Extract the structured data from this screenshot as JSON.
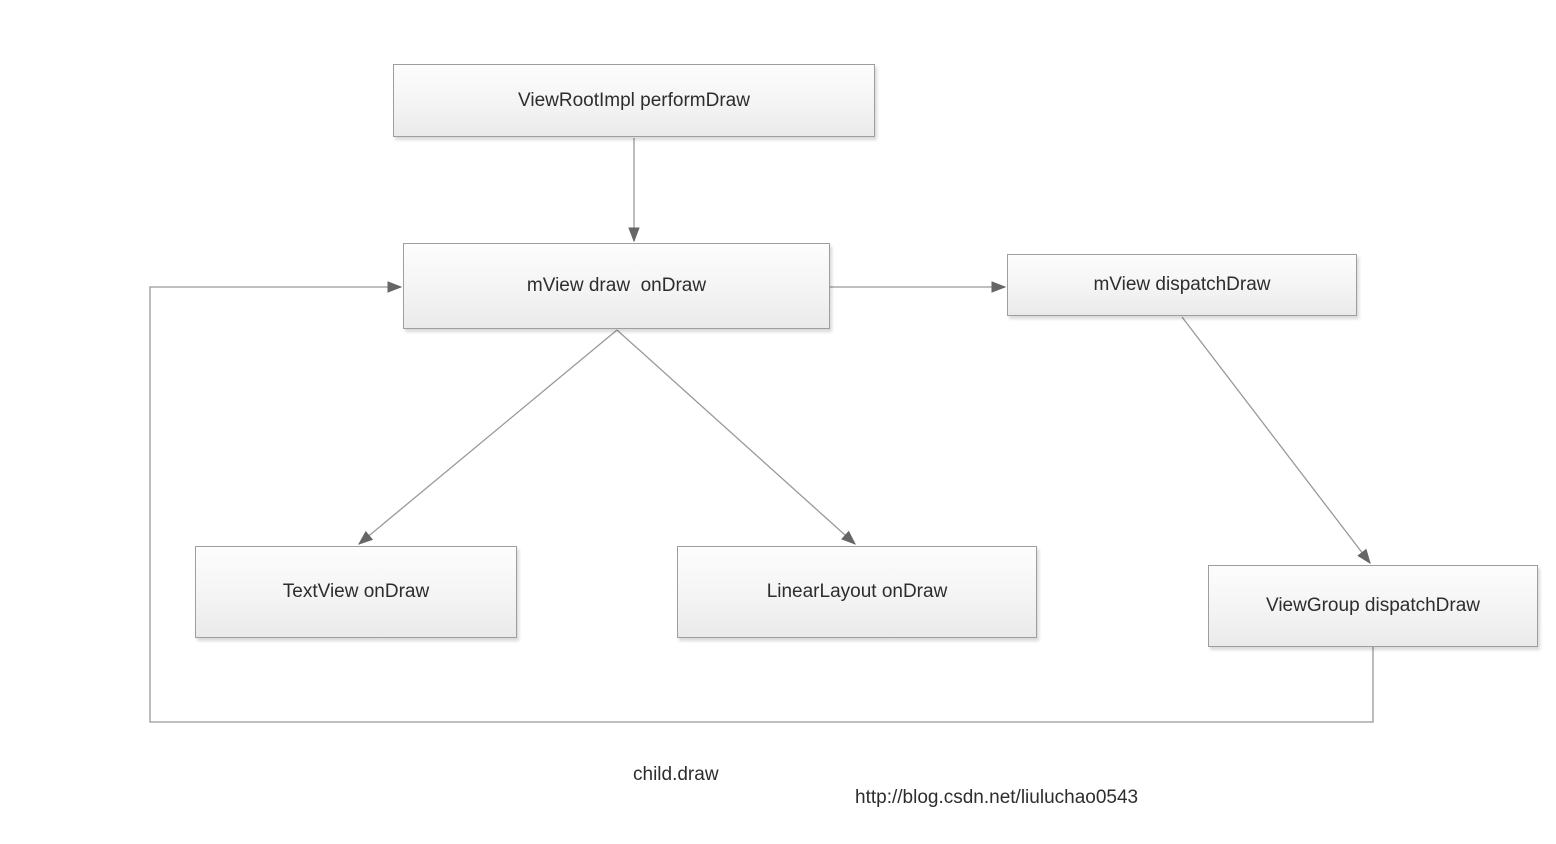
{
  "diagram": {
    "nodes": [
      {
        "label": "ViewRootImpl performDraw"
      },
      {
        "label": "mView draw  onDraw"
      },
      {
        "label": "mView dispatchDraw"
      },
      {
        "label": "TextView onDraw"
      },
      {
        "label": "LinearLayout onDraw"
      },
      {
        "label": "ViewGroup dispatchDraw"
      }
    ],
    "edges": [
      {
        "from": "ViewRootImpl performDraw",
        "to": "mView draw  onDraw"
      },
      {
        "from": "mView draw  onDraw",
        "to": "mView dispatchDraw"
      },
      {
        "from": "mView draw  onDraw",
        "to": "TextView onDraw"
      },
      {
        "from": "mView draw  onDraw",
        "to": "LinearLayout onDraw"
      },
      {
        "from": "mView dispatchDraw",
        "to": "ViewGroup dispatchDraw"
      },
      {
        "from": "ViewGroup dispatchDraw",
        "to": "mView draw  onDraw",
        "label": "child.draw"
      }
    ],
    "loop_label": "child.draw"
  },
  "footer": {
    "watermark": "http://blog.csdn.net/liuluchao0543"
  },
  "colors": {
    "background": "#ffffff",
    "box_border": "#9e9e9e",
    "box_fill_top": "#fdfdfd",
    "box_fill_bottom": "#eaeaea",
    "line": "#999999",
    "arrowhead": "#666666",
    "text": "#2d2d2d"
  }
}
